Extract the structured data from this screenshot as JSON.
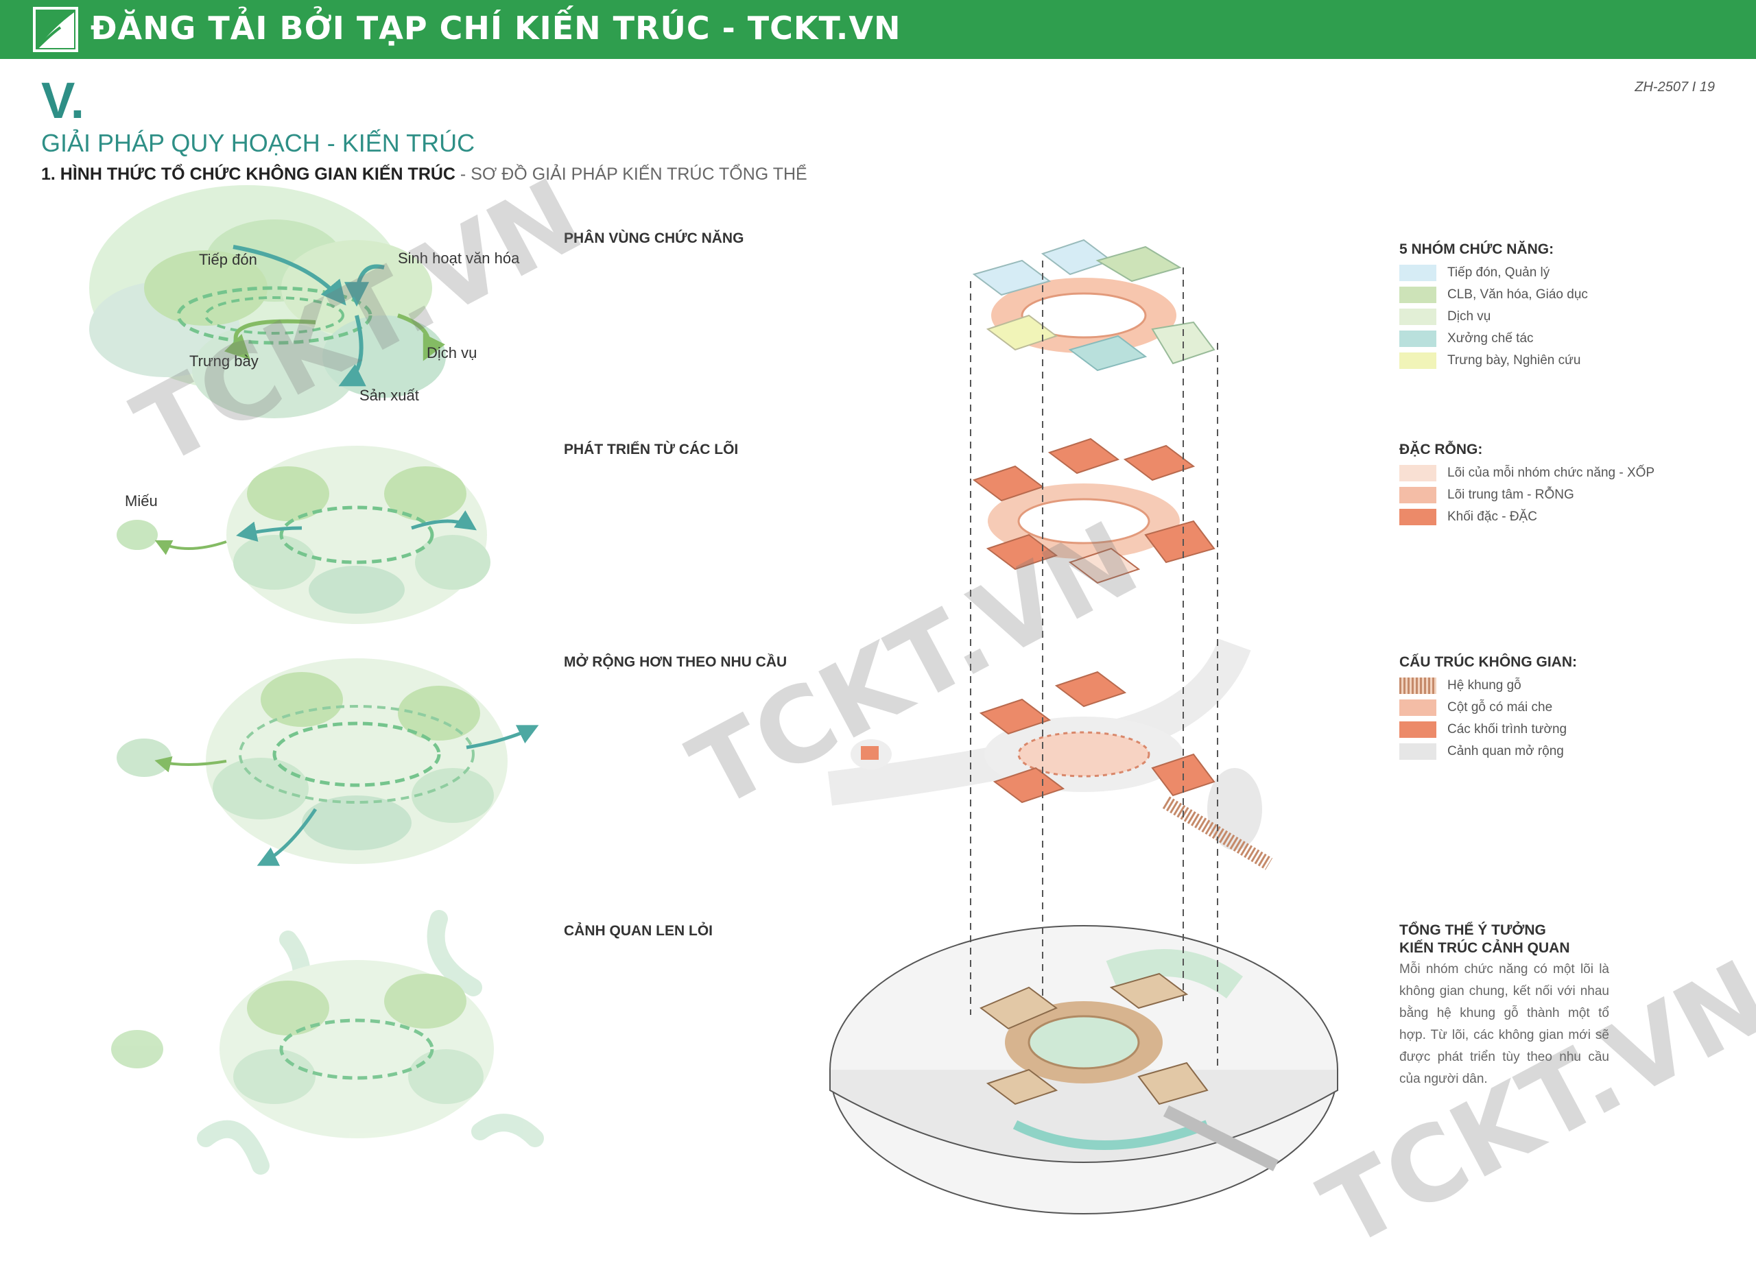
{
  "banner": {
    "text": "ĐĂNG TẢI BỞI TẠP CHÍ KIẾN TRÚC - TCKT.VN"
  },
  "page_code": "ZH-2507 I 19",
  "section": {
    "number": "V.",
    "title": "GIẢI PHÁP QUY HOẠCH - KIẾN TRÚC",
    "subtitle_bold": "1. HÌNH THỨC TỔ CHỨC KHÔNG GIAN KIẾN TRÚC",
    "subtitle_rest": " - SƠ ĐỒ GIẢI PHÁP KIẾN TRÚC TỔNG THỂ"
  },
  "bubble_labels": {
    "tiep_don": "Tiếp đón",
    "sinh_hoat": "Sinh hoạt văn hóa",
    "trung_bay": "Trưng bày",
    "dich_vu": "Dịch vụ",
    "san_xuat": "Sản xuất",
    "mieu": "Miếu"
  },
  "stages": [
    "PHÂN VÙNG CHỨC NĂNG",
    "PHÁT TRIỂN TỪ CÁC LÕI",
    "MỞ RỘNG HƠN THEO NHU CẦU",
    "CẢNH QUAN LEN LỎI"
  ],
  "legends": {
    "groups": {
      "title": "5 NHÓM CHỨC NĂNG:",
      "items": [
        {
          "label": "Tiếp đón, Quản lý",
          "color": "#d6ecf5"
        },
        {
          "label": "CLB, Văn hóa, Giáo dục",
          "color": "#cde3b8"
        },
        {
          "label": "Dịch vụ",
          "color": "#e2efd6"
        },
        {
          "label": "Xưởng chế tác",
          "color": "#b9e0dc"
        },
        {
          "label": "Trưng bày, Nghiên cứu",
          "color": "#f1f4b8"
        }
      ]
    },
    "solid_void": {
      "title": "ĐẶC RỖNG:",
      "items": [
        {
          "label": "Lõi của mỗi nhóm chức năng - XỐP",
          "color": "#f9e0d3"
        },
        {
          "label": "Lõi trung tâm - RỖNG",
          "color": "#f4bda6"
        },
        {
          "label": "Khối đặc - ĐẶC",
          "color": "#ec8a69"
        }
      ]
    },
    "structure": {
      "title": "CẤU TRÚC KHÔNG GIAN:",
      "items": [
        {
          "label": "Hệ khung gỗ",
          "color": "#c58a6a",
          "hatch": true
        },
        {
          "label": "Cột gỗ có mái che",
          "color": "#f4bda6"
        },
        {
          "label": "Các khối trình tường",
          "color": "#ec8a69"
        },
        {
          "label": "Cảnh quan mở rộng",
          "color": "#e6e6e6"
        }
      ]
    }
  },
  "concept": {
    "title_line1": "TỔNG THỂ Ý TƯỞNG",
    "title_line2": "KIẾN TRÚC CẢNH QUAN",
    "body": "Mỗi nhóm chức năng có một lõi là không gian chung, kết nối với nhau bằng hệ khung gỗ thành một tổ hợp. Từ lõi, các không gian mới sẽ được phát triển tùy theo nhu cầu của người dân."
  },
  "watermark": "TCKT.VN",
  "colors": {
    "banner_green": "#2f9e4e",
    "teal": "#2e8f86",
    "salmon": "#ec8a69"
  }
}
